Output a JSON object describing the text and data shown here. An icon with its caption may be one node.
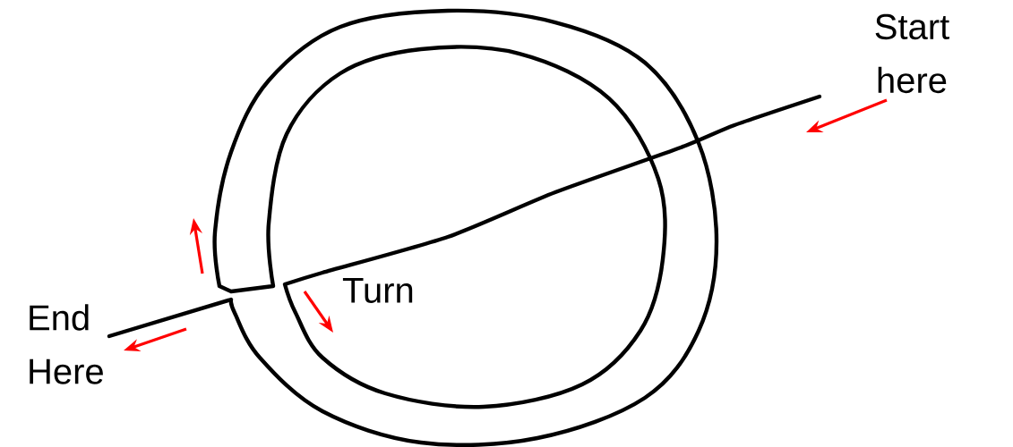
{
  "diagram": {
    "labels": [
      "Start here",
      "Turn",
      "End Here"
    ]
  }
}
